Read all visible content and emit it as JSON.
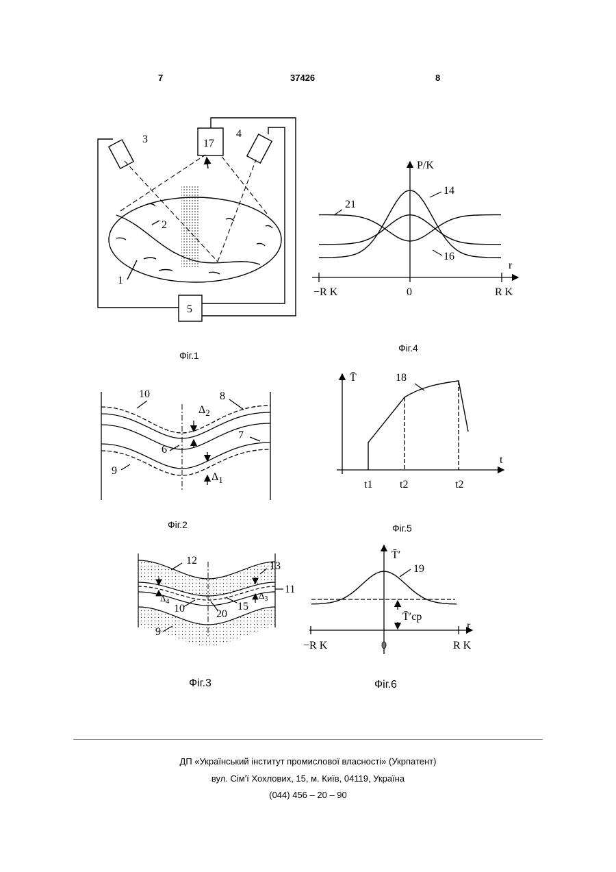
{
  "header": {
    "left_page": "7",
    "patent_number": "37426",
    "right_page": "8"
  },
  "figures": {
    "fig1": {
      "caption": "Фіг.1",
      "labels": [
        "1",
        "2",
        "3",
        "4",
        "5",
        "17"
      ]
    },
    "fig2": {
      "caption": "Фіг.2",
      "labels": [
        "10",
        "8",
        "6",
        "7",
        "9"
      ],
      "delta_top": "Δ",
      "delta_top_sub": "2",
      "delta_bottom": "Δ",
      "delta_bottom_sub": "1"
    },
    "fig3": {
      "caption": "Фіг.3",
      "labels": [
        "12",
        "13",
        "11",
        "10",
        "20",
        "15",
        "9"
      ],
      "delta_left": "Δ",
      "delta_left_sub": "4",
      "delta_right": "Δ",
      "delta_right_sub": "3"
    }
  },
  "chart_data": [
    {
      "type": "line",
      "caption": "Фіг.4",
      "ylabel": "P/K",
      "xlabel": "r",
      "x_ticks": [
        "−R K",
        "0",
        "R K"
      ],
      "series": [
        {
          "name": "14",
          "shape": "bell peak at r=0",
          "x": [
            -1,
            -0.5,
            0,
            0.5,
            1
          ],
          "y": [
            0.2,
            0.55,
            1.0,
            0.55,
            0.2
          ]
        },
        {
          "name": "21",
          "shape": "inverted bell, minimum at r=0",
          "x": [
            -1,
            -0.5,
            0,
            0.5,
            1
          ],
          "y": [
            0.75,
            0.55,
            0.4,
            0.55,
            0.75
          ]
        },
        {
          "name": "16",
          "shape": "bell peak at r=0",
          "x": [
            -1,
            -0.5,
            0,
            0.5,
            1
          ],
          "y": [
            0.35,
            0.5,
            0.75,
            0.5,
            0.35
          ]
        }
      ]
    },
    {
      "type": "line",
      "caption": "Фіг.5",
      "ylabel": "T̄",
      "xlabel": "t",
      "x_ticks": [
        "t1",
        "t2",
        "t2"
      ],
      "series": [
        {
          "name": "18",
          "points_description": "step up at t1, rising to plateau, drop after second t2"
        }
      ]
    },
    {
      "type": "line",
      "caption": "Фіг.6",
      "ylabel": "T̄′",
      "xlabel": "r",
      "x_ticks": [
        "−R K",
        "0",
        "R K"
      ],
      "annotation": "T̄′ср",
      "series": [
        {
          "name": "19",
          "shape": "bell peak at r=0",
          "x": [
            -1,
            -0.5,
            0,
            0.5,
            1
          ],
          "y": [
            0.3,
            0.55,
            1.0,
            0.55,
            0.3
          ]
        }
      ]
    }
  ],
  "footer": {
    "line1": "ДП «Український інститут промислової власності» (Укрпатент)",
    "line2": "вул. Сім'ї Хохлових, 15, м. Київ, 04119, Україна",
    "line3": "(044) 456 – 20 –  90"
  }
}
